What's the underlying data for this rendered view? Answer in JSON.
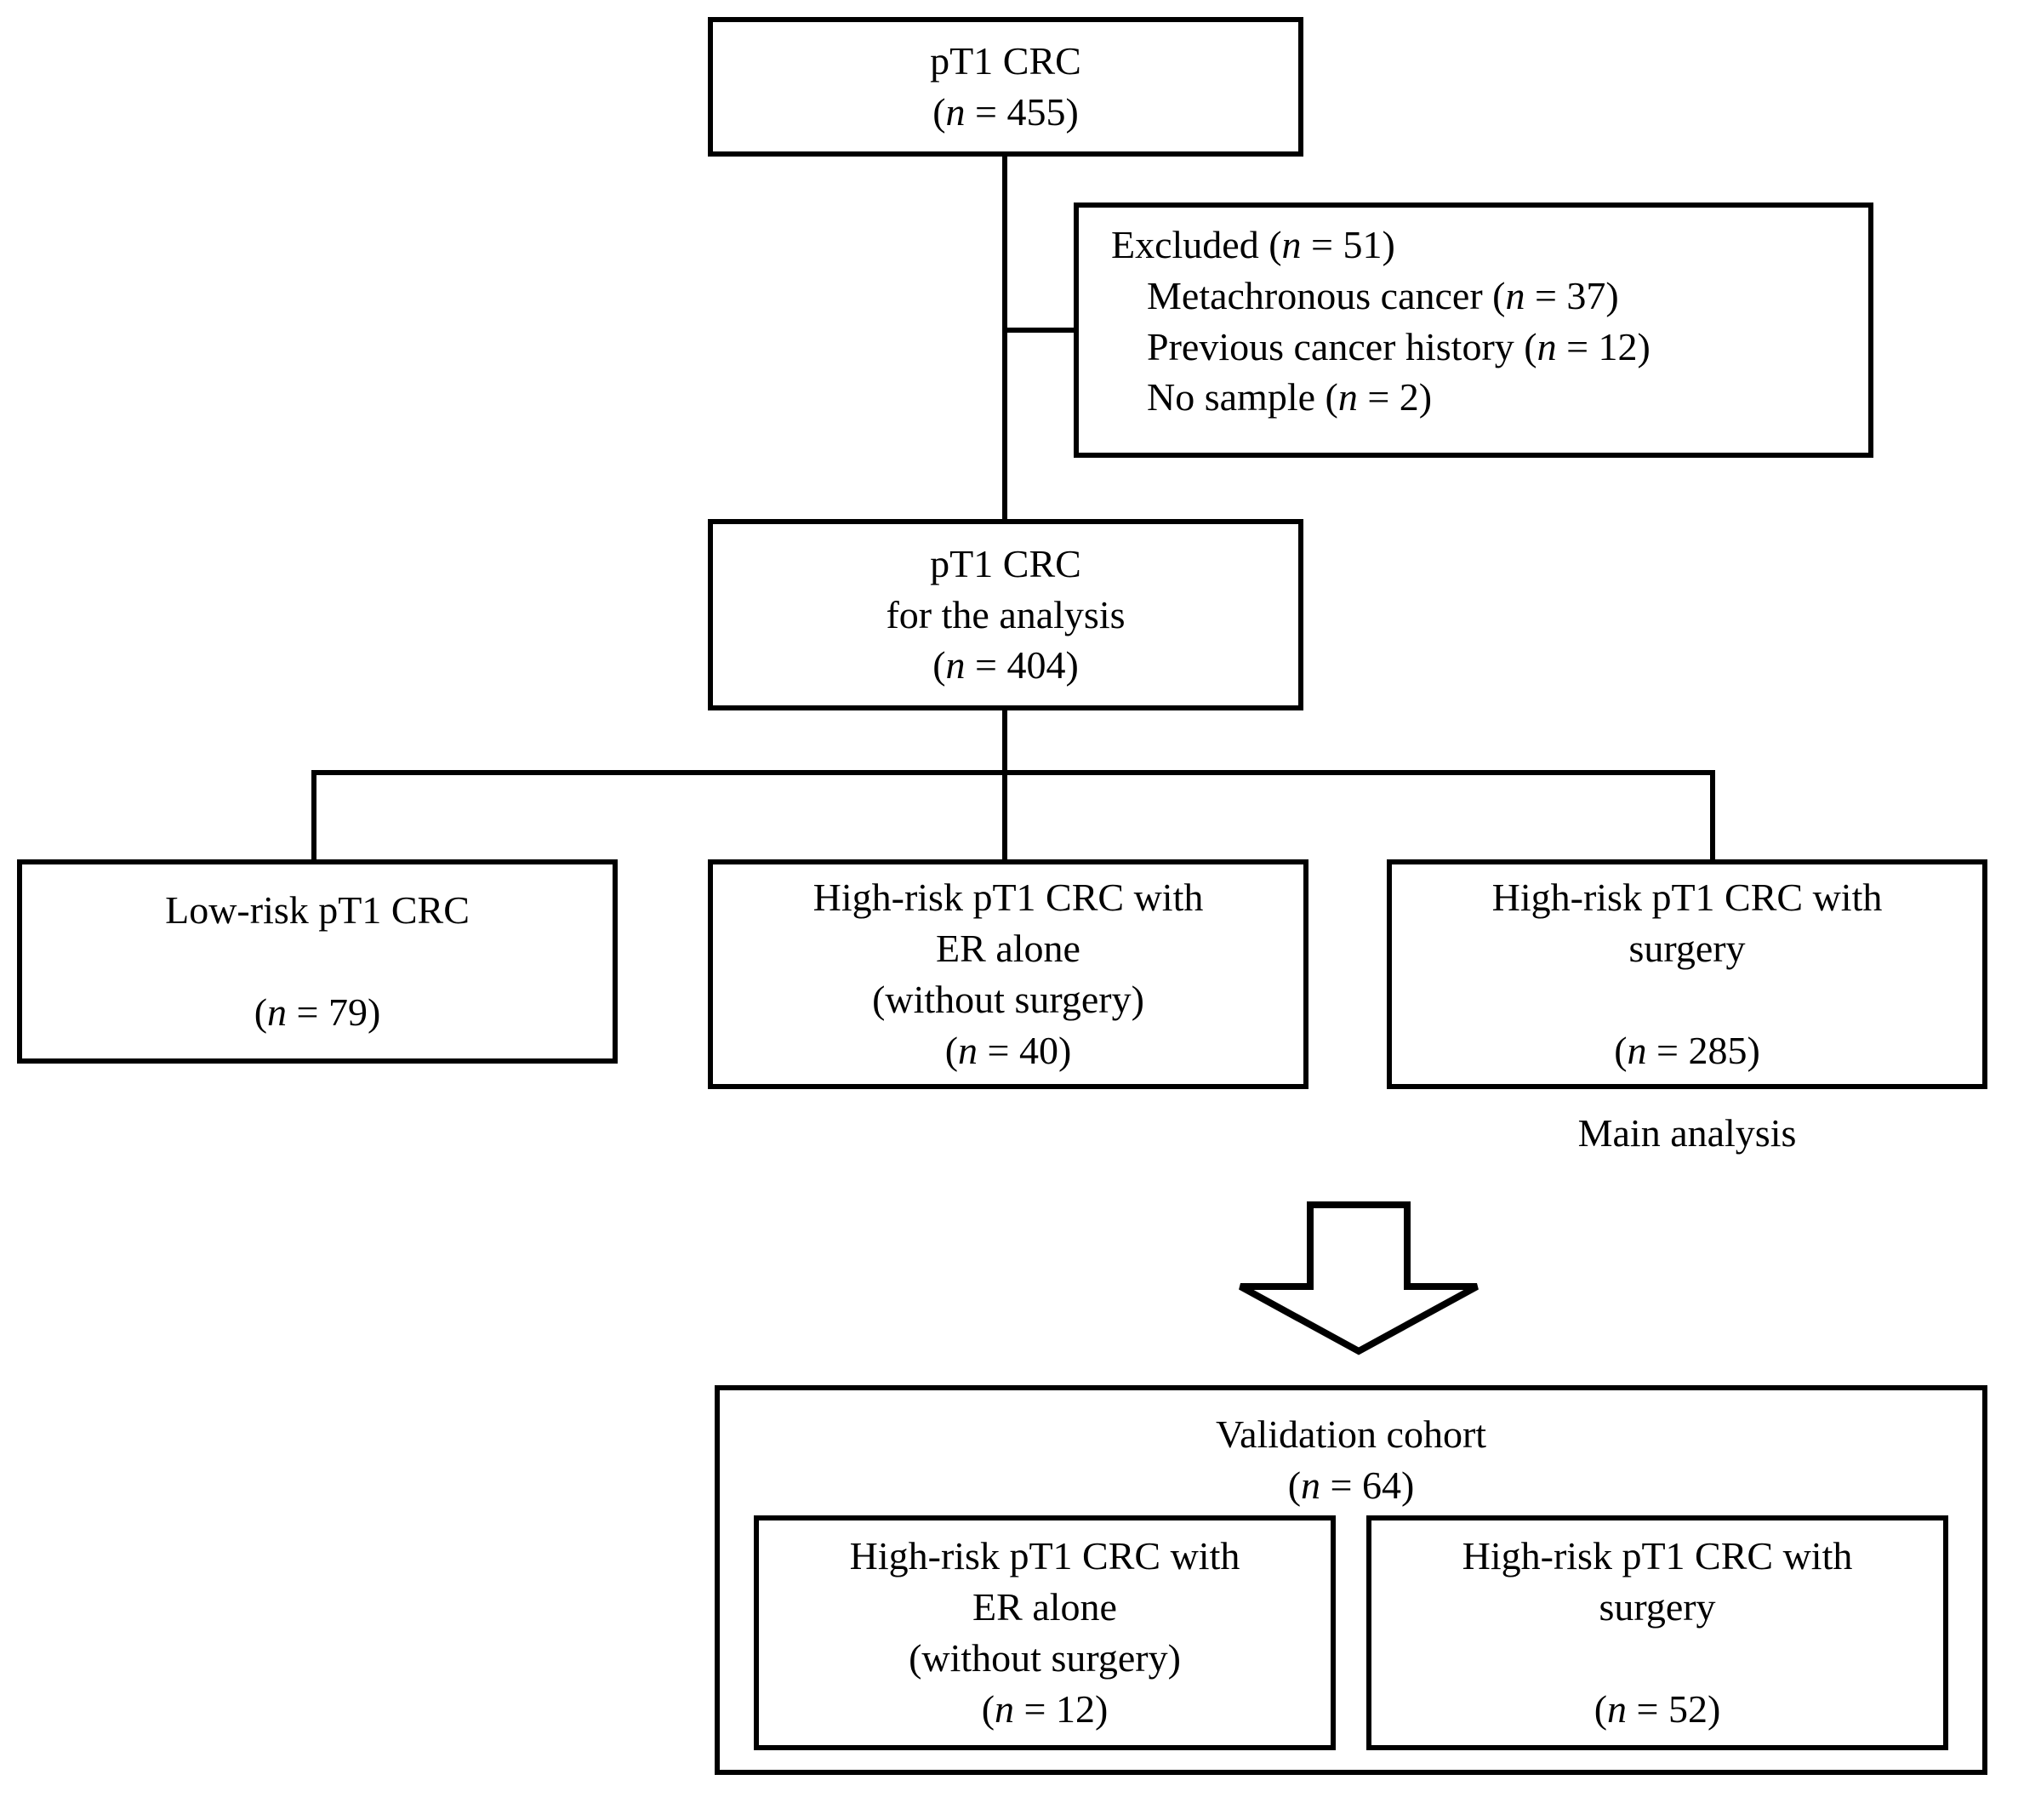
{
  "diagram": {
    "type": "study-flowchart",
    "nodes": {
      "pt1_crc_total": {
        "title": "pT1 CRC",
        "count_label": "(n = 455)",
        "n_value": 455
      },
      "excluded": {
        "heading": "Excluded (n = 51)",
        "heading_prefix": "Excluded (",
        "heading_n": "n",
        "heading_suffix": " = 51)",
        "items": [
          {
            "prefix": "Metachronous cancer (",
            "n": "n",
            "suffix": " = 37)",
            "label": "Metachronous cancer (n = 37)",
            "value": 37
          },
          {
            "prefix": "Previous cancer history (",
            "n": "n",
            "suffix": " = 12)",
            "label": "Previous cancer history (n = 12)",
            "value": 12
          },
          {
            "prefix": "No sample (",
            "n": "n",
            "suffix": " = 2)",
            "label": "No sample (n = 2)",
            "value": 2
          }
        ],
        "total": 51
      },
      "pt1_crc_analysis": {
        "line1": "pT1 CRC",
        "line2": "for the analysis",
        "count_label": "(n = 404)",
        "n_value": 404
      },
      "low_risk": {
        "line1": "Low-risk pT1 CRC",
        "count_label": "(n = 79)",
        "n_value": 79
      },
      "high_risk_er": {
        "line1": "High-risk pT1 CRC with",
        "line2": "ER alone",
        "line3": "(without surgery)",
        "count_label": "(n = 40)",
        "n_value": 40
      },
      "high_risk_surgery": {
        "line1": "High-risk pT1 CRC with",
        "line2": "surgery",
        "count_label": "(n = 285)",
        "n_value": 285
      },
      "main_analysis_label": "Main analysis",
      "validation_cohort": {
        "title": "Validation cohort",
        "count_label": "(n = 64)",
        "n_value": 64,
        "sub_nodes": [
          {
            "line1": "High-risk pT1 CRC with",
            "line2": "ER alone",
            "line3": "(without surgery)",
            "count_label": "(n = 12)",
            "n_value": 12
          },
          {
            "line1": "High-risk pT1 CRC with",
            "line2": "surgery",
            "count_label": "(n = 52)",
            "n_value": 52
          }
        ]
      }
    },
    "colors": {
      "stroke": "#000000",
      "fill": "#ffffff",
      "text": "#000000"
    }
  }
}
